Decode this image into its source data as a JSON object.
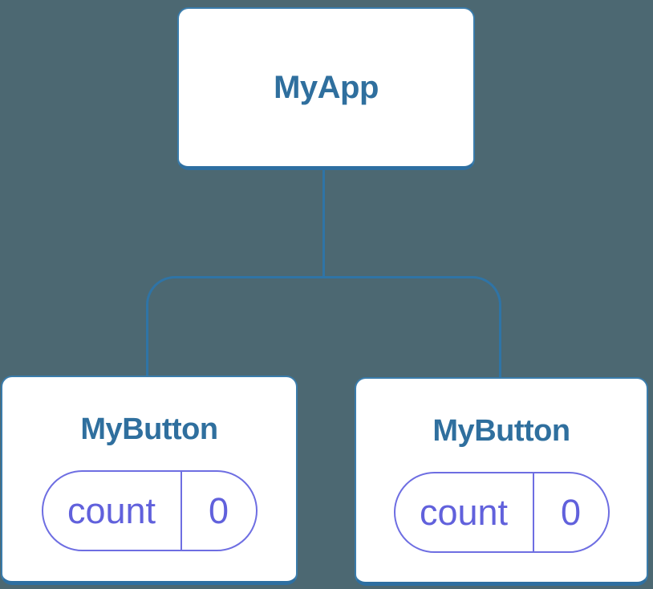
{
  "canvas": {
    "background_color": "#4C6872"
  },
  "palette": {
    "node_fill": "#FFFFFF",
    "node_border": "#3A7CAB",
    "node_border_bottom": "#2E6FA1",
    "connector_line": "#2F74A6",
    "heading_text": "#2F6F9E",
    "state_accent": "#6161DC",
    "state_border": "#6E6EE2"
  },
  "diagram": {
    "type": "component-tree",
    "root": {
      "label": "MyApp"
    },
    "children": [
      {
        "label": "MyButton",
        "state": {
          "key": "count",
          "value": "0"
        }
      },
      {
        "label": "MyButton",
        "state": {
          "key": "count",
          "value": "0"
        }
      }
    ]
  }
}
